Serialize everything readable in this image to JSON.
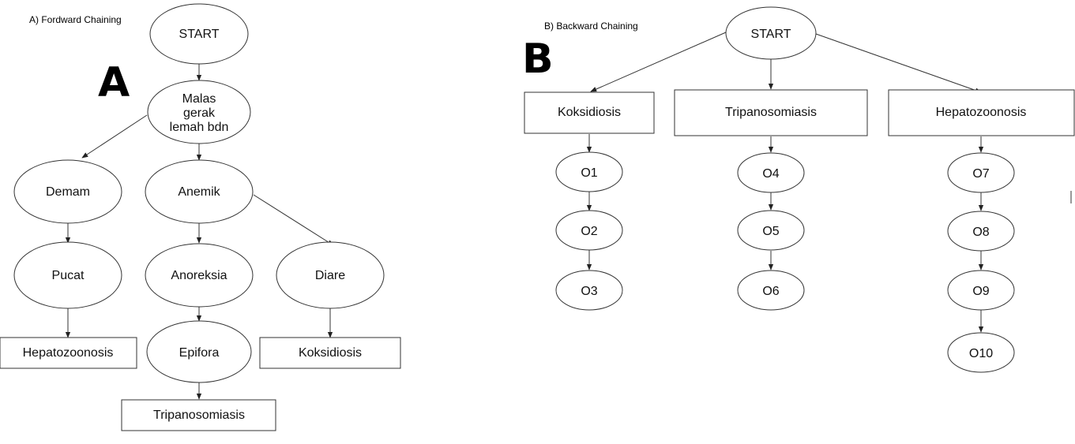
{
  "colors": {
    "stroke": "#333333",
    "text": "#111111",
    "background": "#ffffff"
  },
  "forward": {
    "caption": "A) Fordward Chaining",
    "letter": "A",
    "nodes": {
      "start": "START",
      "malas": [
        "Malas",
        "gerak",
        "lemah bdn"
      ],
      "demam": "Demam",
      "anemik": "Anemik",
      "pucat": "Pucat",
      "anoreksia": "Anoreksia",
      "diare": "Diare",
      "hepatozoonosis": "Hepatozoonosis",
      "epifora": "Epifora",
      "koksidiosis": "Koksidiosis",
      "tripanosomiasis": "Tripanosomiasis"
    }
  },
  "backward": {
    "caption": "B) Backward Chaining",
    "letter": "B",
    "nodes": {
      "start": "START",
      "koksidiosis": "Koksidiosis",
      "tripanosomiasis": "Tripanosomiasis",
      "hepatozoonosis": "Hepatozoonosis",
      "o1": "O1",
      "o2": "O2",
      "o3": "O3",
      "o4": "O4",
      "o5": "O5",
      "o6": "O6",
      "o7": "O7",
      "o8": "O8",
      "o9": "O9",
      "o10": "O10"
    }
  }
}
